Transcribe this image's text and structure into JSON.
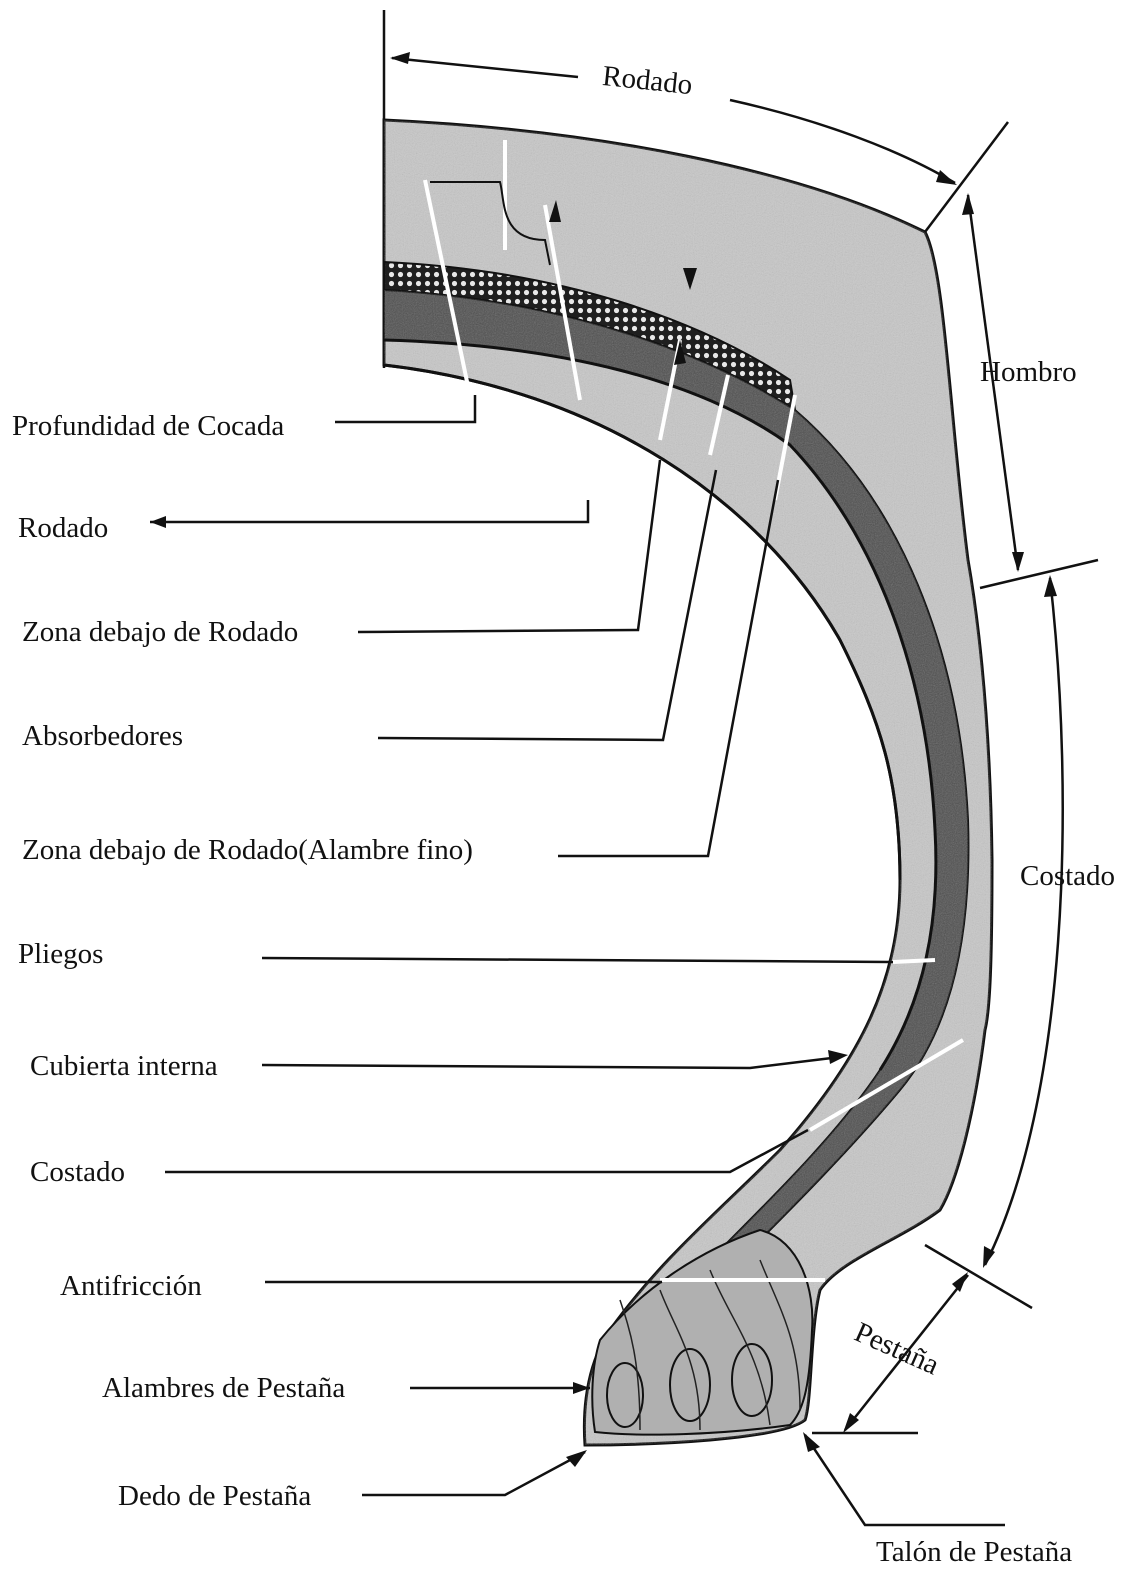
{
  "zone_labels": {
    "rodado_top": "Rodado",
    "hombro": "Hombro",
    "costado_right": "Costado",
    "pestana": "Pestaña",
    "talon": "Talón de Pestaña"
  },
  "callouts": [
    "Profundidad de Cocada",
    "Rodado",
    "Zona debajo de Rodado",
    "Absorbedores",
    "Zona debajo de Rodado(Alambre fino)",
    "Pliegos",
    "Cubierta interna",
    "Costado",
    "Antifricción",
    "Alambres de Pestaña",
    "Dedo de Pestaña"
  ],
  "colors": {
    "ink": "#111111",
    "tread": "#b9b9b9",
    "ply": "#555555",
    "inner": "#8a8a8a",
    "band": "#2a2a2a"
  }
}
